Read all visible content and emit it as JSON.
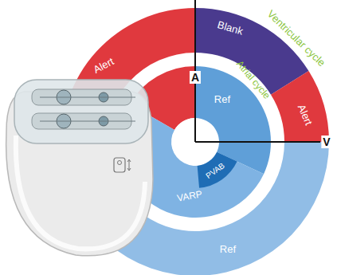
{
  "diagram": {
    "nodes": [
      {
        "text": [
          "Alert"
        ]
      },
      {
        "text": [
          "Blank"
        ]
      },
      {
        "text": [
          "Alert"
        ]
      },
      {
        "text": [
          "Ref"
        ]
      },
      {
        "text": [
          "PVAB"
        ]
      },
      {
        "text": [
          "VARP"
        ]
      },
      {
        "text": [
          "Ref"
        ]
      }
    ],
    "labels": [
      "A",
      "V",
      "Ventricular cycle",
      "Atrial cycle"
    ]
  }
}
